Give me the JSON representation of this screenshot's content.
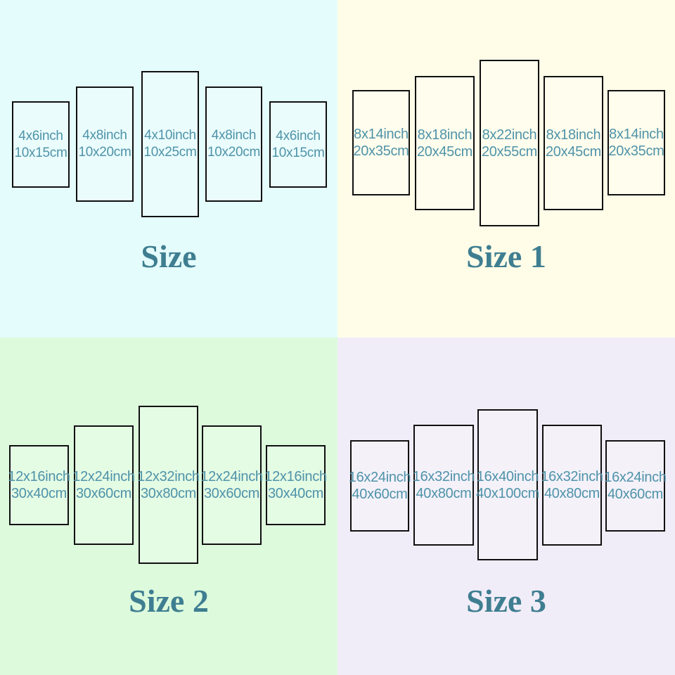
{
  "colors": {
    "q1_bg": "#e4fcfb",
    "q2_bg": "#fffde8",
    "q3_bg": "#ddfadd",
    "q4_bg": "#f1edf8",
    "panel_border": "#101010",
    "label_text": "#4f93a9",
    "title_text": "#3f7e91"
  },
  "quadrants": [
    {
      "title": "Size",
      "panels": [
        {
          "inch": "4x6inch",
          "cm": "10x15cm"
        },
        {
          "inch": "4x8inch",
          "cm": "10x20cm"
        },
        {
          "inch": "4x10inch",
          "cm": "10x25cm"
        },
        {
          "inch": "4x8inch",
          "cm": "10x20cm"
        },
        {
          "inch": "4x6inch",
          "cm": "10x15cm"
        }
      ]
    },
    {
      "title": "Size 1",
      "panels": [
        {
          "inch": "8x14inch",
          "cm": "20x35cm"
        },
        {
          "inch": "8x18inch",
          "cm": "20x45cm"
        },
        {
          "inch": "8x22inch",
          "cm": "20x55cm"
        },
        {
          "inch": "8x18inch",
          "cm": "20x45cm"
        },
        {
          "inch": "8x14inch",
          "cm": "20x35cm"
        }
      ]
    },
    {
      "title": "Size 2",
      "panels": [
        {
          "inch": "12x16inch",
          "cm": "30x40cm"
        },
        {
          "inch": "12x24inch",
          "cm": "30x60cm"
        },
        {
          "inch": "12x32inch",
          "cm": "30x80cm"
        },
        {
          "inch": "12x24inch",
          "cm": "30x60cm"
        },
        {
          "inch": "12x16inch",
          "cm": "30x40cm"
        }
      ]
    },
    {
      "title": "Size 3",
      "panels": [
        {
          "inch": "16x24inch",
          "cm": "40x60cm"
        },
        {
          "inch": "16x32inch",
          "cm": "40x80cm"
        },
        {
          "inch": "16x40inch",
          "cm": "40x100cm"
        },
        {
          "inch": "16x32inch",
          "cm": "40x80cm"
        },
        {
          "inch": "16x24inch",
          "cm": "40x60cm"
        }
      ]
    }
  ]
}
